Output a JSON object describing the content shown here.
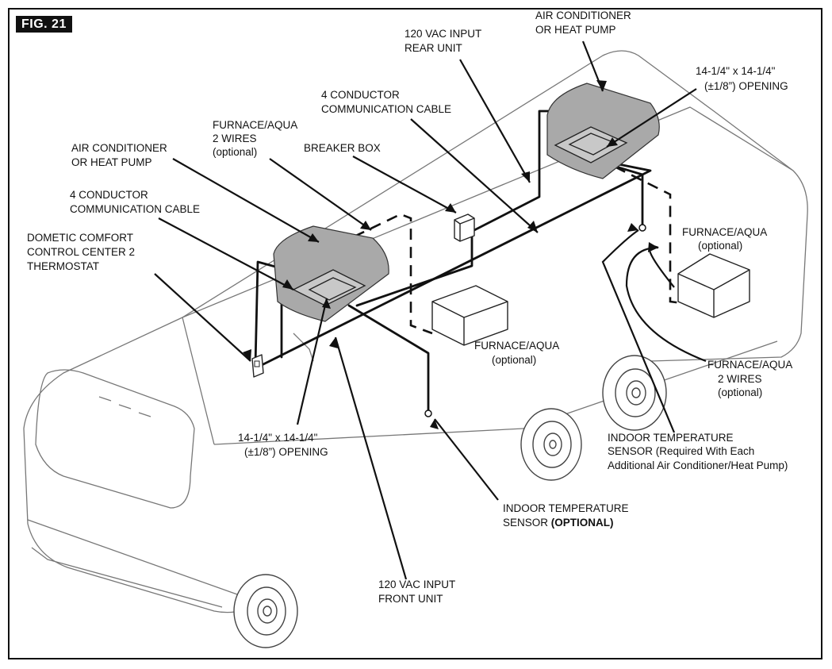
{
  "figure": {
    "label": "FIG. 21"
  },
  "callouts": {
    "ac_rear": {
      "lines": [
        "AIR CONDITIONER",
        "OR HEAT PUMP"
      ]
    },
    "vac_rear": {
      "lines": [
        "120 VAC INPUT",
        "REAR UNIT"
      ]
    },
    "opening_rear": {
      "lines": [
        "14-1/4\" x 14-1/4\"",
        "(±1/8”) OPENING"
      ]
    },
    "comm_cable_rear": {
      "lines": [
        "4 CONDUCTOR",
        "COMMUNICATION CABLE"
      ]
    },
    "furnace_wires_front": {
      "lines": [
        "FURNACE/AQUA",
        "2 WIRES",
        "(optional)"
      ]
    },
    "breaker_box": {
      "lines": [
        "BREAKER BOX"
      ]
    },
    "ac_front": {
      "lines": [
        "AIR CONDITIONER",
        "OR HEAT PUMP"
      ]
    },
    "comm_cable_front": {
      "lines": [
        "4 CONDUCTOR",
        "COMMUNICATION CABLE"
      ]
    },
    "thermostat": {
      "lines": [
        "DOMETIC COMFORT",
        "CONTROL CENTER 2",
        "THERMOSTAT"
      ]
    },
    "furnace_rear": {
      "lines": [
        "FURNACE/AQUA",
        "(optional)"
      ]
    },
    "furnace_front": {
      "lines": [
        "FURNACE/AQUA",
        "(optional)"
      ]
    },
    "furnace_wires_rear": {
      "lines": [
        "FURNACE/AQUA",
        "2 WIRES",
        "(optional)"
      ]
    },
    "sensor_required": {
      "lines": [
        "INDOOR TEMPERATURE",
        "SENSOR (Required With Each",
        "Additional Air Conditioner/Heat Pump)"
      ]
    },
    "opening_front": {
      "lines": [
        "14-1/4\" x 14-1/4\"",
        "(±1/8”) OPENING"
      ]
    },
    "sensor_optional": {
      "line1": "INDOOR TEMPERATURE",
      "line2_prefix": "SENSOR ",
      "line2_bold": "(OPTIONAL)"
    },
    "vac_front": {
      "lines": [
        "120 VAC INPUT",
        "FRONT UNIT"
      ]
    }
  },
  "colors": {
    "ink": "#111111",
    "unit_fill": "#a9a9a9",
    "outline": "#777777"
  }
}
